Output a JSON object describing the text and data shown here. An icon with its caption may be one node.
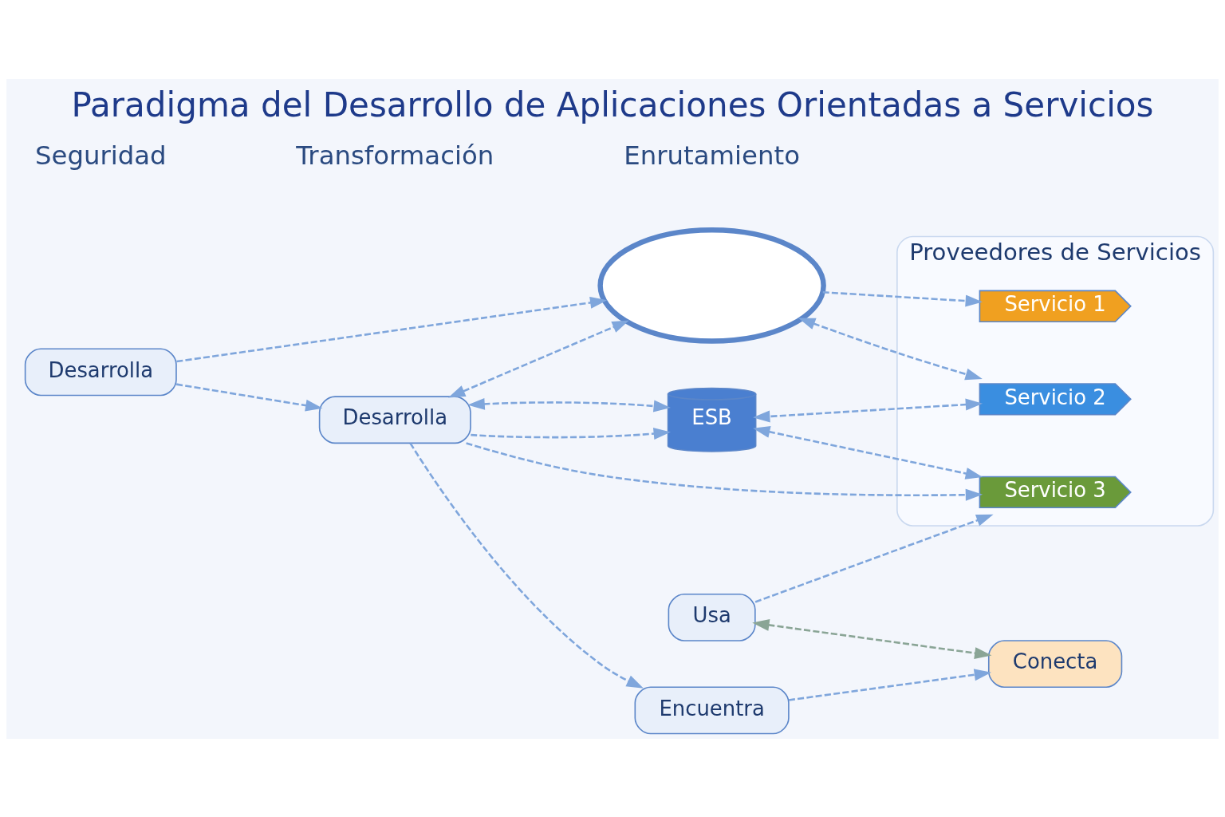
{
  "diagram": {
    "title": "Paradigma del Desarrollo de Aplicaciones Orientadas a Servicios",
    "nodes": [
      {
        "text": [
          "Desarrolla"
        ]
      },
      {
        "text": [
          "Desarrolla"
        ]
      },
      {
        "text": [],
        "shape": "cloud"
      },
      {
        "text": [
          "ESB"
        ]
      },
      {
        "text": [
          "Proveedores de Servicios"
        ]
      },
      {
        "text": [
          "Servicio 1"
        ],
        "in": 4
      },
      {
        "text": [
          "Servicio 2"
        ],
        "in": 4
      },
      {
        "text": [
          "Servicio 3"
        ],
        "in": 4
      },
      {
        "text": [
          "Encuentra"
        ]
      },
      {
        "text": [
          "Conecta"
        ]
      },
      {
        "text": [
          "Usa"
        ]
      }
    ],
    "edges": [
      {
        "from": 0,
        "to": 2,
        "arrow": "to",
        "style": "dashed"
      },
      {
        "from": 0,
        "to": 1,
        "arrow": "to",
        "style": "dashed"
      },
      {
        "from": 1,
        "to": 2,
        "arrow": "both",
        "style": "dashed"
      },
      {
        "from": 2,
        "to": 5,
        "arrow": "to",
        "style": "dashed"
      },
      {
        "from": 2,
        "to": 6,
        "arrow": "both",
        "style": "dashed"
      },
      {
        "from": 1,
        "to": 3,
        "arrow": "to",
        "style": "dashed"
      },
      {
        "from": 1,
        "to": 3,
        "arrow": "both",
        "style": "dashed"
      },
      {
        "from": 6,
        "to": 3,
        "arrow": "both",
        "style": "dashed"
      },
      {
        "from": 3,
        "to": 7,
        "arrow": "both",
        "style": "dashed"
      },
      {
        "from": 1,
        "to": 8,
        "arrow": "to",
        "style": "dashed"
      },
      {
        "from": 1,
        "to": 7,
        "arrow": "to",
        "style": "dashed"
      },
      {
        "from": 8,
        "to": 9,
        "arrow": "to",
        "style": "dashed"
      },
      {
        "from": 10,
        "to": 9,
        "arrow": "both",
        "style": "dashed",
        "color": "#8aa596"
      },
      {
        "from": 10,
        "to": 7,
        "arrow": "to",
        "style": "dashed"
      }
    ],
    "labels": [
      "Seguridad",
      "Transformación",
      "Enrutamiento"
    ]
  }
}
